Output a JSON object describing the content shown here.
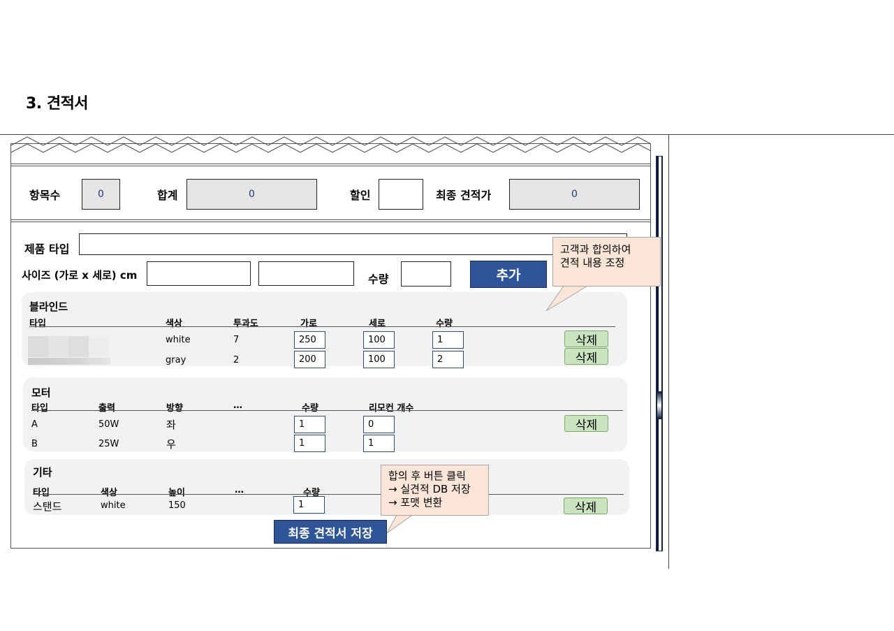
{
  "page": {
    "title": "3. 견적서"
  },
  "summary": {
    "item_count_label": "항목수",
    "item_count_value": "0",
    "total_label": "합계",
    "total_value": "0",
    "discount_label": "할인",
    "discount_value": "",
    "final_label": "최종 견적가",
    "final_value": "0"
  },
  "form": {
    "product_type_label": "제품 타입",
    "product_type_value": "",
    "size_label": "사이즈 (가로 x 세로) cm",
    "width_value": "",
    "height_value": "",
    "qty_label": "수량",
    "qty_value": "",
    "add_button": "추가"
  },
  "blind": {
    "title": "블라인드",
    "headers": [
      "타입",
      "색상",
      "투과도",
      "가로",
      "세로",
      "수량"
    ],
    "rows": [
      {
        "color": "white",
        "transmittance": "7",
        "width": "250",
        "height": "100",
        "qty": "1"
      },
      {
        "color": "gray",
        "transmittance": "2",
        "width": "200",
        "height": "100",
        "qty": "2"
      }
    ],
    "delete_label": "삭제"
  },
  "motor": {
    "title": "모터",
    "headers": [
      "타입",
      "출력",
      "방향",
      "…",
      "수량",
      "리모컨 개수"
    ],
    "rows": [
      {
        "type": "A",
        "power": "50W",
        "direction": "좌",
        "qty": "1",
        "remotes": "0"
      },
      {
        "type": "B",
        "power": "25W",
        "direction": "우",
        "qty": "1",
        "remotes": "1"
      }
    ],
    "delete_label": "삭제"
  },
  "etc": {
    "title": "기타",
    "headers": [
      "타입",
      "색상",
      "높이",
      "…",
      "수량"
    ],
    "rows": [
      {
        "type": "스탠드",
        "color": "white",
        "height": "150",
        "qty": "1"
      }
    ],
    "delete_label": "삭제"
  },
  "save_button": "최종 견적서 저장",
  "callouts": {
    "adjust": [
      "고객과 합의하여",
      "견적 내용 조정"
    ],
    "save": [
      "합의 후 버튼 클릭",
      "→ 실견적 DB 저장",
      "→ 포맷 변환"
    ]
  },
  "colors": {
    "accent": "#2e5597",
    "delete_bg": "#c9e4bf",
    "callout_bg": "#fbe5d6",
    "panel_bg": "#f2f2f2"
  }
}
